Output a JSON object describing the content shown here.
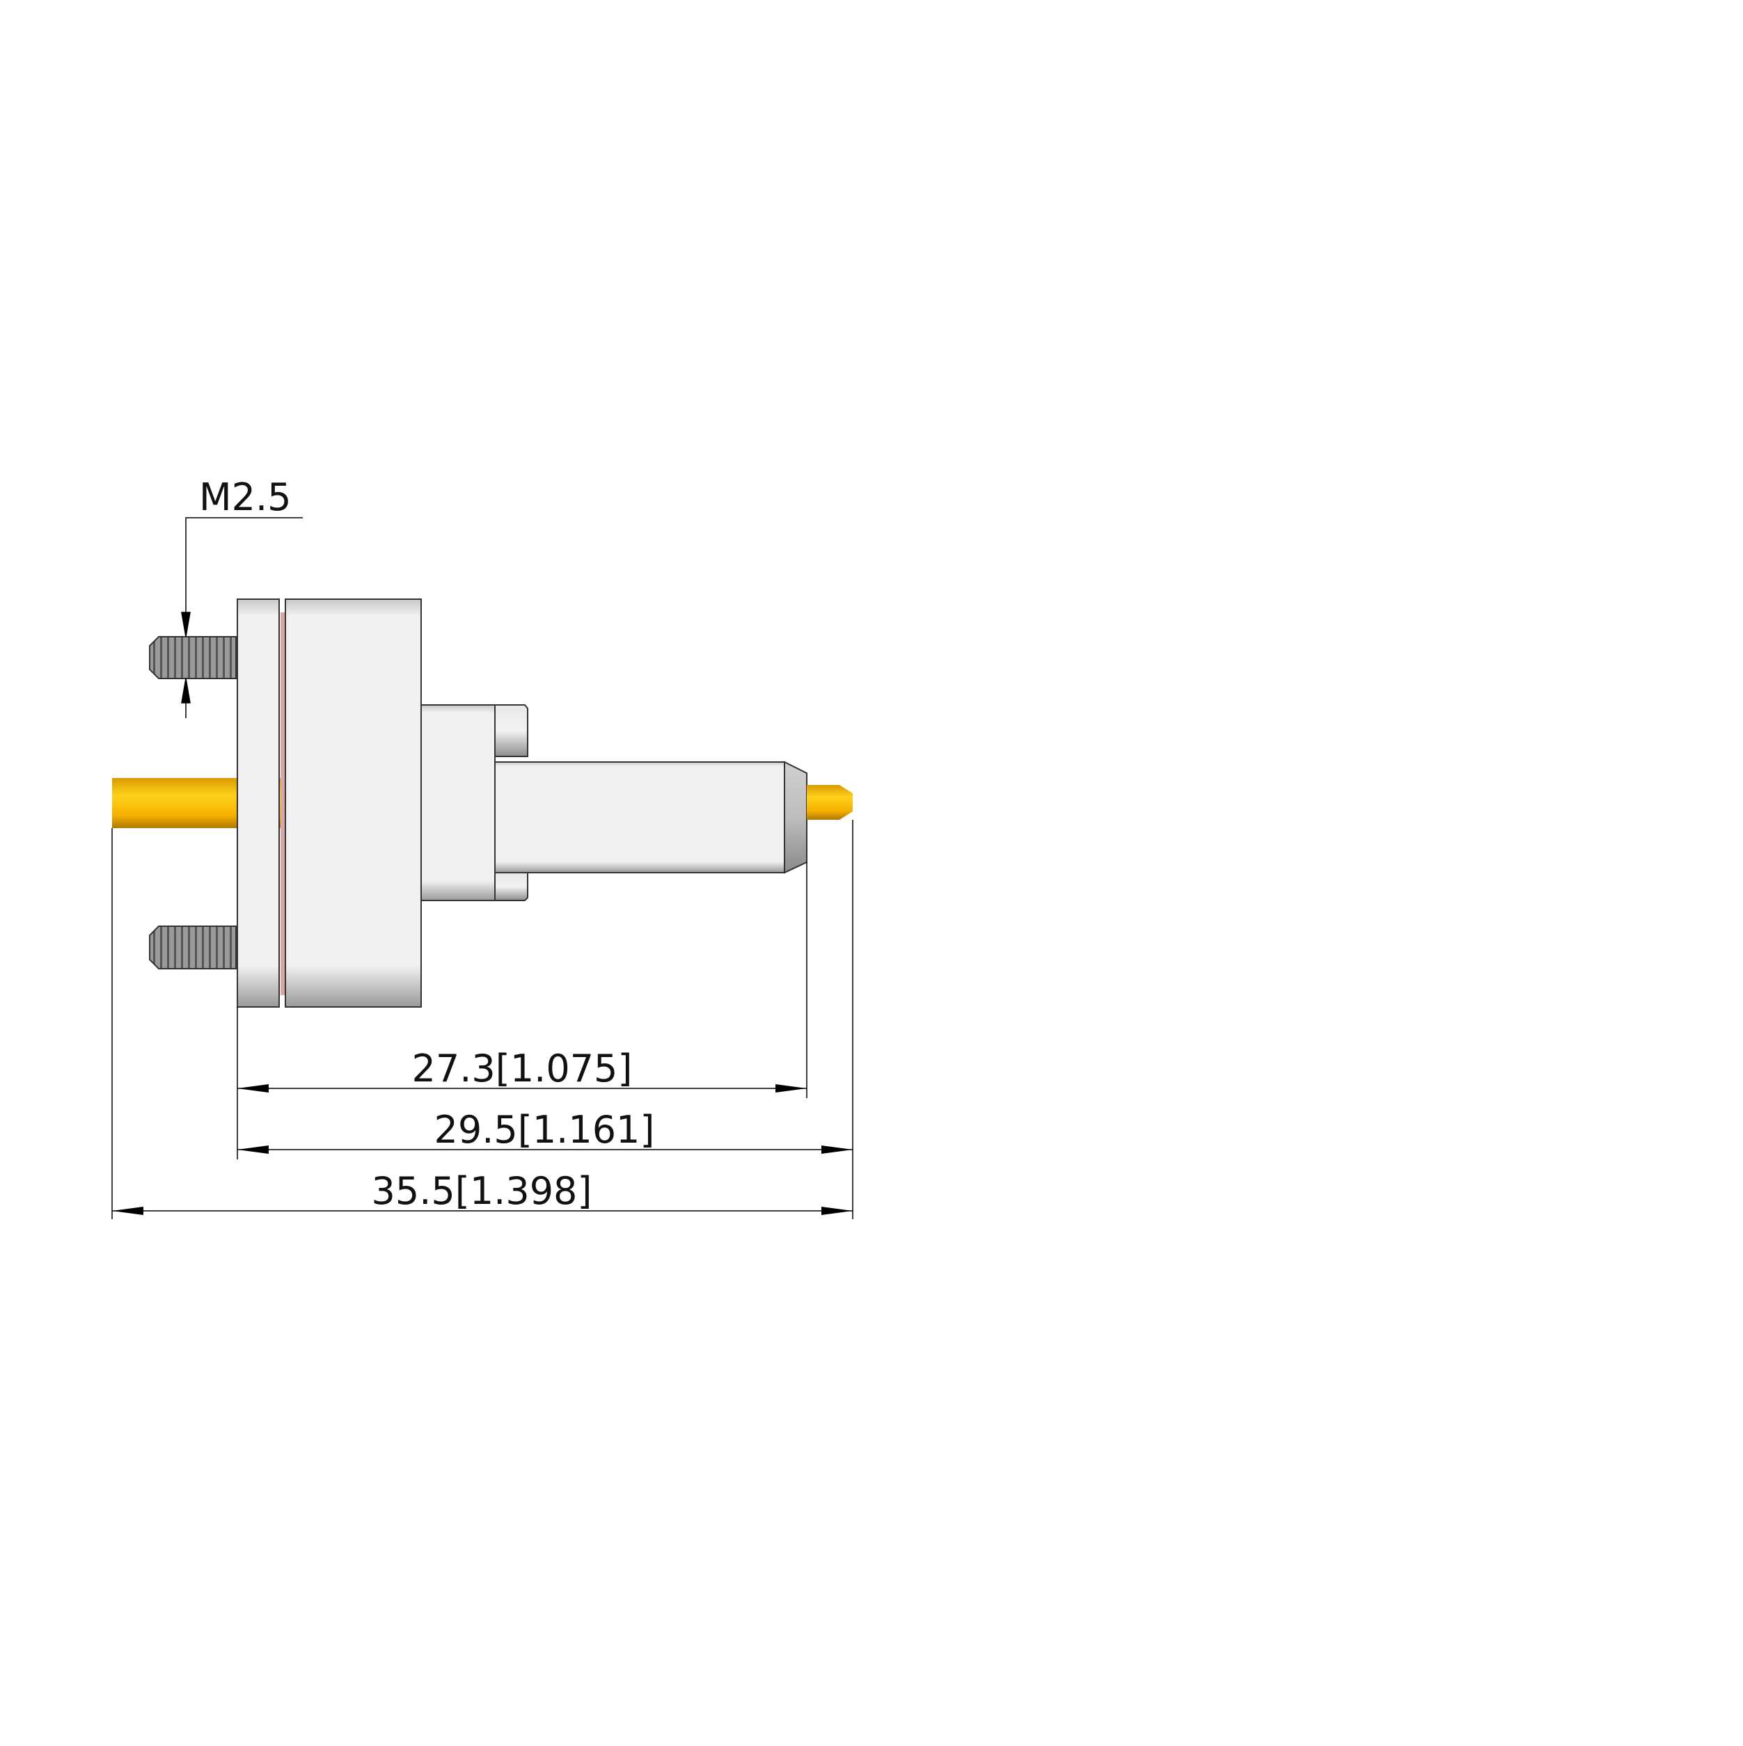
{
  "labels": {
    "thread": "M2.5",
    "dim_body_to_shoulder": "27.3[1.075]",
    "dim_body_to_tip": "29.5[1.161]",
    "dim_overall": "35.5[1.398]"
  },
  "colors": {
    "gold": "#f5b800",
    "metal": "#f0f0f0",
    "thread": "#8a8a8a",
    "line": "#000000"
  }
}
